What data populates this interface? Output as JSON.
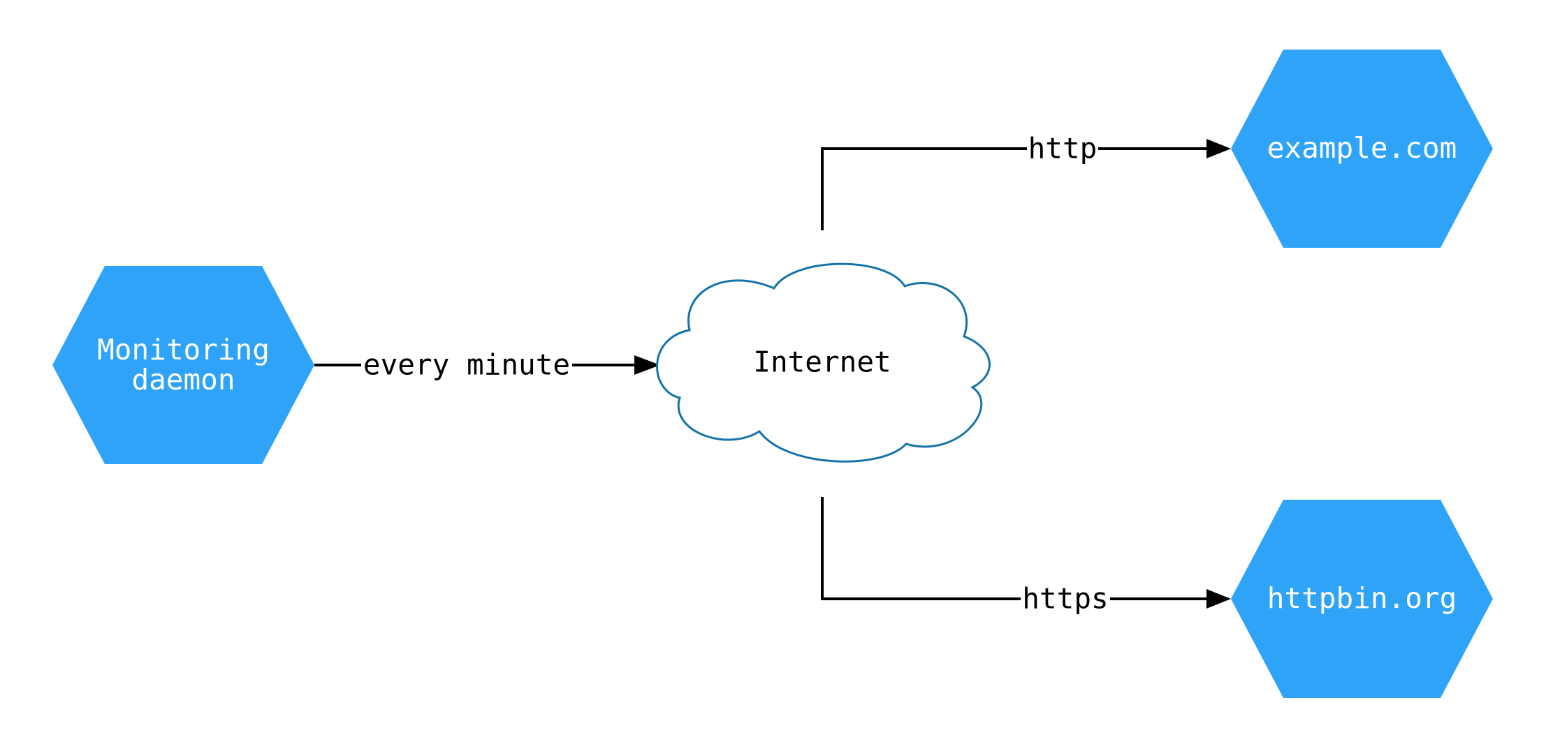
{
  "diagram": {
    "nodes": {
      "monitoring_daemon": {
        "type": "hexagon",
        "label": "Monitoring\ndaemon"
      },
      "internet": {
        "type": "cloud",
        "label": "Internet"
      },
      "example_com": {
        "type": "hexagon",
        "label": "example.com"
      },
      "httpbin_org": {
        "type": "hexagon",
        "label": "httpbin.org"
      }
    },
    "edges": [
      {
        "from": "monitoring_daemon",
        "to": "internet",
        "label": "every minute"
      },
      {
        "from": "internet",
        "to": "example_com",
        "label": "http"
      },
      {
        "from": "internet",
        "to": "httpbin_org",
        "label": "https"
      }
    ],
    "colors": {
      "hexagon_fill": "#2EA3F8",
      "hexagon_text": "#FFFFFF",
      "cloud_stroke": "#1473AA",
      "cloud_fill": "#FFFFFF",
      "edge_color": "#000000",
      "edge_label_color": "#000000",
      "background": "#FFFFFF"
    }
  }
}
